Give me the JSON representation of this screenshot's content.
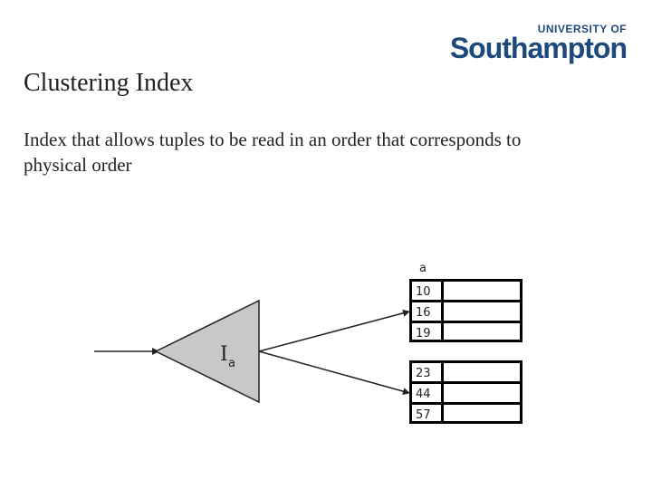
{
  "logo": {
    "line1": "UNIVERSITY OF",
    "line2": "Southampton"
  },
  "slide": {
    "title": "Clustering Index",
    "body": "Index that allows tuples to be read in an order that corresponds to physical order"
  },
  "diagram": {
    "index_symbol": "I",
    "index_subscript": "a",
    "column_label": "a",
    "block1": [
      "10",
      "16",
      "19"
    ],
    "block2": [
      "23",
      "44",
      "57"
    ]
  }
}
